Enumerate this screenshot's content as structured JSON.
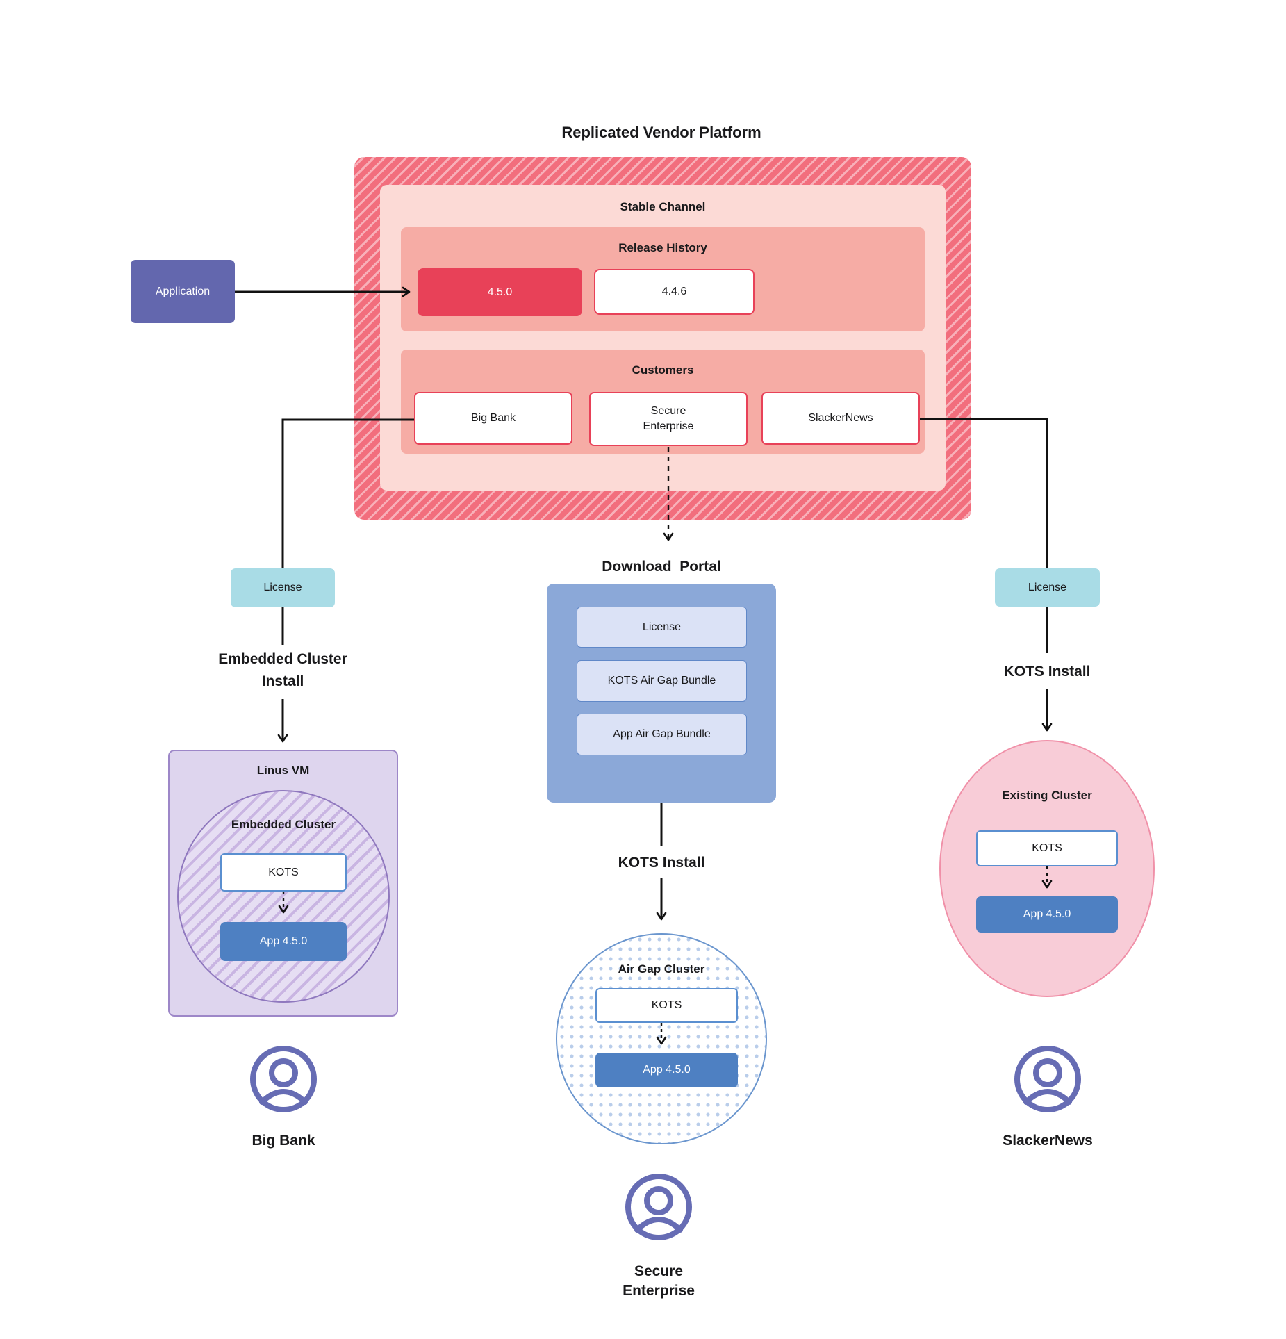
{
  "title": "Replicated Vendor Platform",
  "palette": {
    "hatch_red_dark": "#f26e7d",
    "hatch_red_light": "#f8b0b9",
    "stable_pink": "#fcdad6",
    "salmon": "#f6aca5",
    "release_red": "#e84158",
    "application_indigo": "#6367ae",
    "license_teal": "#a9dce6",
    "portal_blue": "#8ba8d8",
    "portal_item_blue": "#dbe2f6",
    "app_blue": "#4e80c2",
    "vm_purple": "#ded5ee",
    "existing_pink": "#f8ccd7",
    "person_purple": "#666cb4",
    "line_black": "#111111"
  },
  "platform": {
    "stable_channel": {
      "label": "Stable Channel",
      "release_history": {
        "label": "Release History",
        "releases": [
          {
            "version": "4.5.0",
            "current": true
          },
          {
            "version": "4.4.6",
            "current": false
          }
        ]
      },
      "customers": {
        "label": "Customers",
        "items": [
          "Big Bank",
          "Secure\nEnterprise",
          "SlackerNews"
        ]
      }
    }
  },
  "application": {
    "label": "Application"
  },
  "left_flow": {
    "license_label": "License",
    "install_label": "Embedded Cluster\nInstall",
    "vm_label": "Linus VM",
    "cluster_label": "Embedded Cluster",
    "kots_label": "KOTS",
    "app_label": "App 4.5.0",
    "customer": "Big Bank"
  },
  "middle_flow": {
    "portal_label": "Download  Portal",
    "items": [
      "License",
      "KOTS Air Gap Bundle",
      "App Air Gap Bundle"
    ],
    "install_label": "KOTS Install",
    "cluster_label": "Air Gap Cluster",
    "kots_label": "KOTS",
    "app_label": "App 4.5.0",
    "customer": "Secure\nEnterprise"
  },
  "right_flow": {
    "license_label": "License",
    "install_label": "KOTS Install",
    "cluster_label": "Existing Cluster",
    "kots_label": "KOTS",
    "app_label": "App 4.5.0",
    "customer": "SlackerNews"
  }
}
